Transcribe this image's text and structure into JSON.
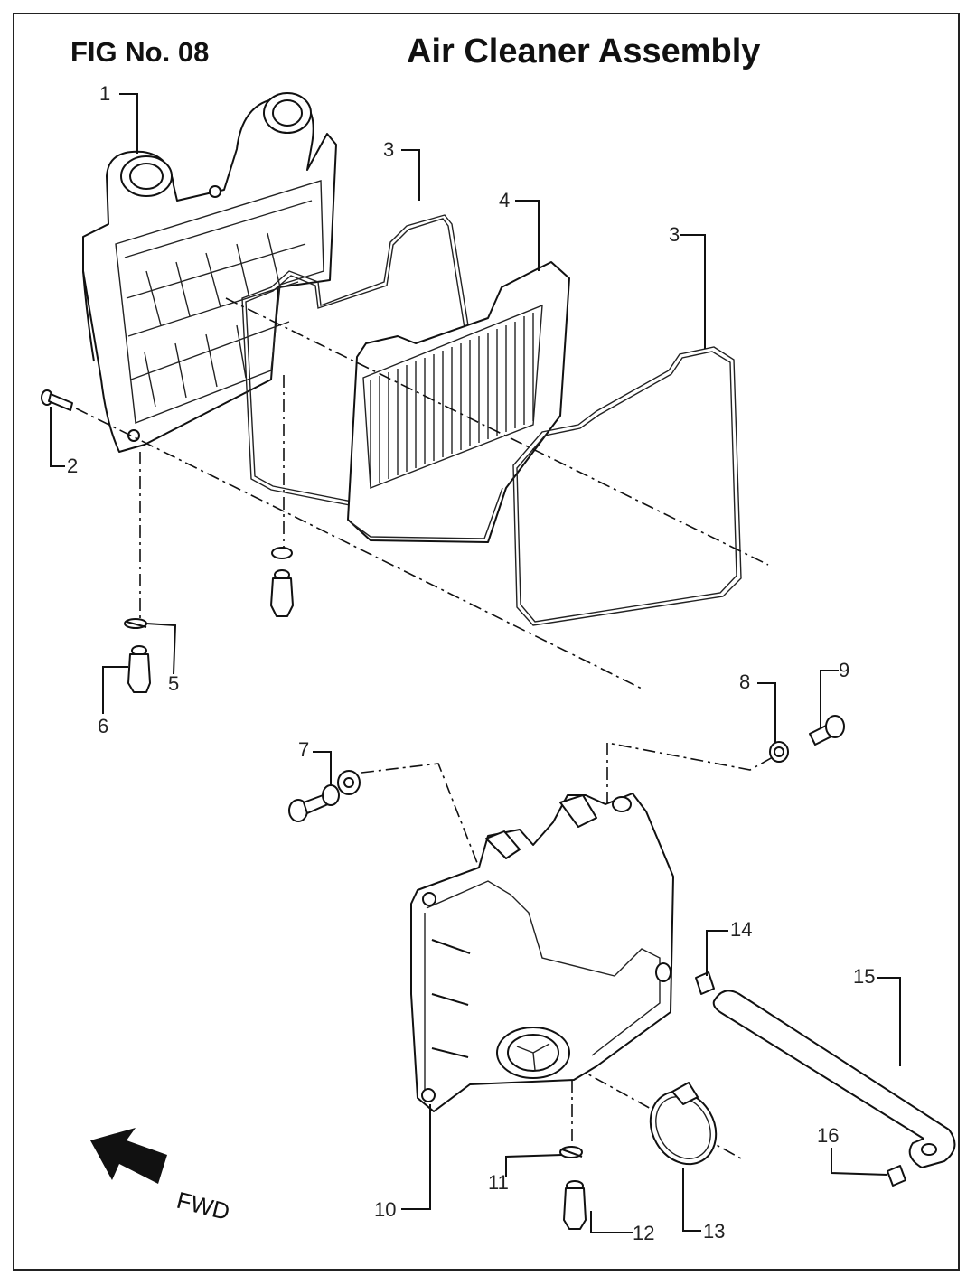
{
  "figure": {
    "number": "FIG No. 08",
    "title": "Air Cleaner Assembly",
    "direction_label": "FWD"
  },
  "callouts": [
    "1",
    "2",
    "3",
    "3",
    "4",
    "5",
    "6",
    "7",
    "8",
    "9",
    "10",
    "11",
    "12",
    "13",
    "14",
    "15",
    "16"
  ],
  "colors": {
    "line": "#111111",
    "background": "#ffffff"
  }
}
